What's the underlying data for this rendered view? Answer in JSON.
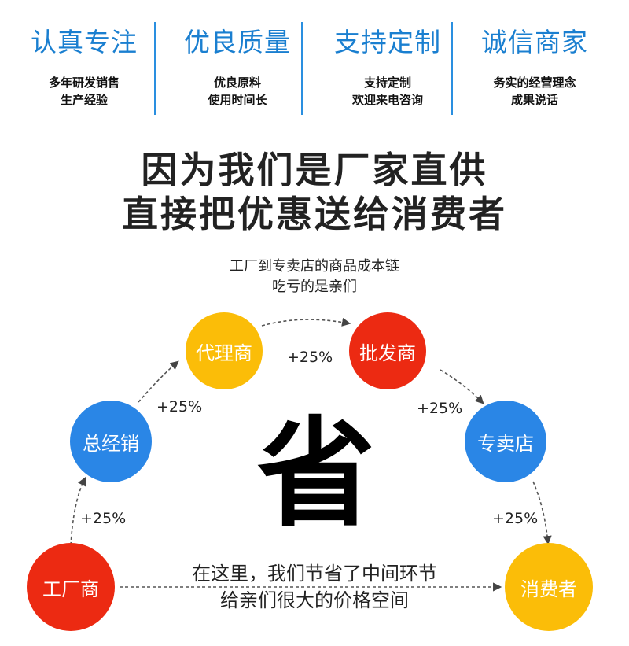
{
  "colors": {
    "feature_title": "#1a7fd0",
    "divider": "#2a8fe0",
    "red": "#ec2a12",
    "yellow": "#fbbd08",
    "blue": "#2a86e6"
  },
  "features": [
    {
      "title": "认真专注",
      "lines": [
        "多年研发销售",
        "生产经验"
      ]
    },
    {
      "title": "优良质量",
      "lines": [
        "优良原料",
        "使用时间长"
      ]
    },
    {
      "title": "支持定制",
      "lines": [
        "支持定制",
        "欢迎来电咨询"
      ]
    },
    {
      "title": "诚信商家",
      "lines": [
        "务实的经营理念",
        "成果说话"
      ]
    }
  ],
  "headline": [
    "因为我们是厂家直供",
    "直接把优惠送给消费者"
  ],
  "chain_note": [
    "工厂到专卖店的商品成本链",
    "吃亏的是亲们"
  ],
  "nodes": {
    "factory": "工厂商",
    "general_dealer": "总经销",
    "agent": "代理商",
    "wholesaler": "批发商",
    "store": "专卖店",
    "consumer": "消费者"
  },
  "markups": [
    "+25%",
    "+25%",
    "+25%",
    "+25%",
    "+25%"
  ],
  "big_char": "省",
  "bottom_note": [
    "在这里，我们节省了中间环节",
    "给亲们很大的价格空间"
  ]
}
